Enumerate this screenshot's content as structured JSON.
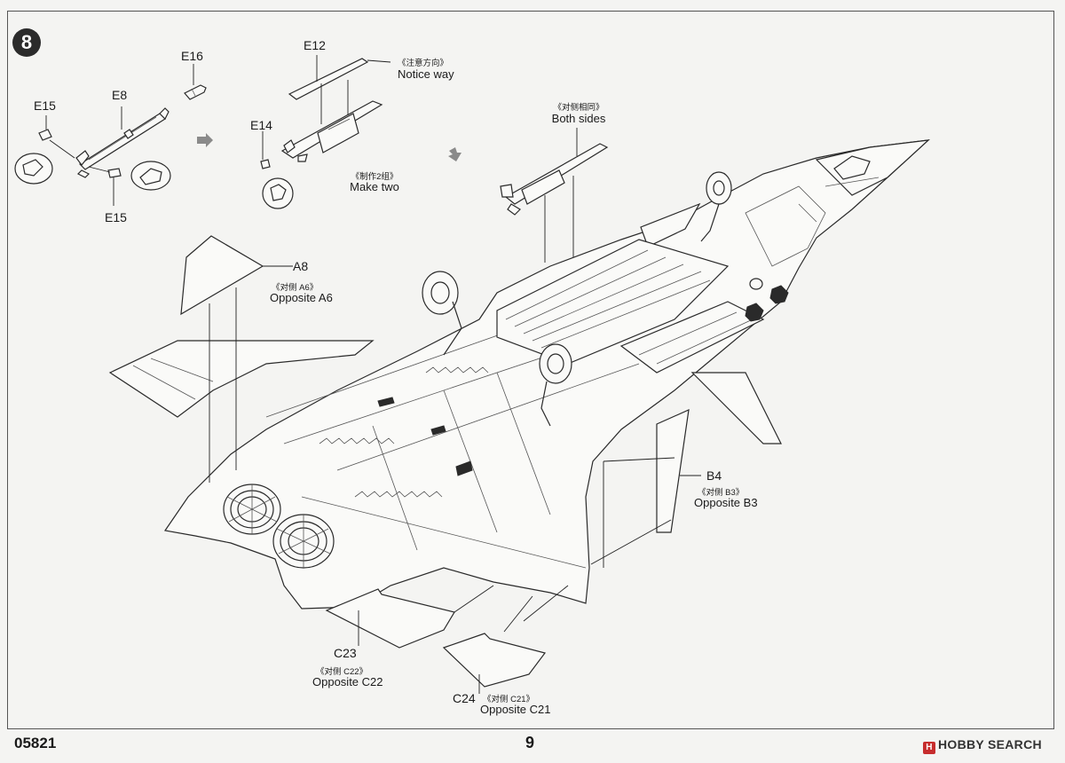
{
  "step": {
    "number": "8"
  },
  "parts": {
    "e16": "E16",
    "e8": "E8",
    "e15_top": "E15",
    "e15_bottom": "E15",
    "e12": "E12",
    "e14": "E14",
    "a8": "A8",
    "b4": "B4",
    "c23": "C23",
    "c24": "C24"
  },
  "notes": {
    "notice_cn": "《注意方向》",
    "notice_en": "Notice way",
    "make_two_cn": "《制作2组》",
    "make_two_en": "Make two",
    "both_sides_cn": "《对侧相同》",
    "both_sides_en": "Both sides",
    "opp_a6_cn": "《对侧  A6》",
    "opp_a6_en": "Opposite A6",
    "opp_b3_cn": "《对侧  B3》",
    "opp_b3_en": "Opposite B3",
    "opp_c22_cn": "《对侧  C22》",
    "opp_c22_en": "Opposite C22",
    "opp_c21_cn": "《对侧  C21》",
    "opp_c21_en": "Opposite C21"
  },
  "footer": {
    "doc_number": "05821",
    "page_number": "9",
    "watermark_logo": "H",
    "watermark_text": "HOBBY SEARCH"
  }
}
